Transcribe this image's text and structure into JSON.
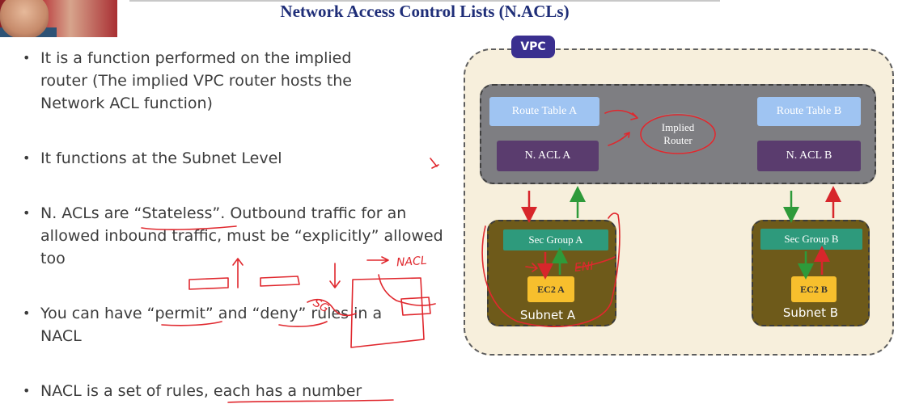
{
  "slide": {
    "title": "Network Access Control Lists (N.ACLs)"
  },
  "bullets": [
    {
      "dot": "•",
      "text": "It is a function performed on the implied router (The implied VPC router hosts the Network ACL function)"
    },
    {
      "dot": "•",
      "text": "It functions at the Subnet Level"
    },
    {
      "dot": "•",
      "text": "N. ACLs are “Stateless”. Outbound traffic for an allowed inbound traffic, must be “explicitly” allowed too"
    },
    {
      "dot": "•",
      "text": "You can have “permit” and “deny” rules in a NACL"
    },
    {
      "dot": "•",
      "text": "NACL is a set of rules, each has a number"
    }
  ],
  "diagram": {
    "vpc_badge": "VPC",
    "route_table_a": "Route Table A",
    "route_table_b": "Route Table B",
    "nacl_a": "N. ACL A",
    "nacl_b": "N. ACL B",
    "implied_router_line1": "Implied",
    "implied_router_line2": "Router",
    "sec_group_a": "Sec Group A",
    "sec_group_b": "Sec Group B",
    "ec2_a": "EC2 A",
    "ec2_b": "EC2 B",
    "subnet_a": "Subnet A",
    "subnet_b": "Subnet B"
  },
  "annotations": {
    "enl": "ENI",
    "nacl": "NACL",
    "sg": "SG"
  },
  "colors": {
    "title": "#1f2e78",
    "arrow_in": "#d7262b",
    "arrow_out": "#2e9a3a",
    "ink": "#e0282e"
  }
}
